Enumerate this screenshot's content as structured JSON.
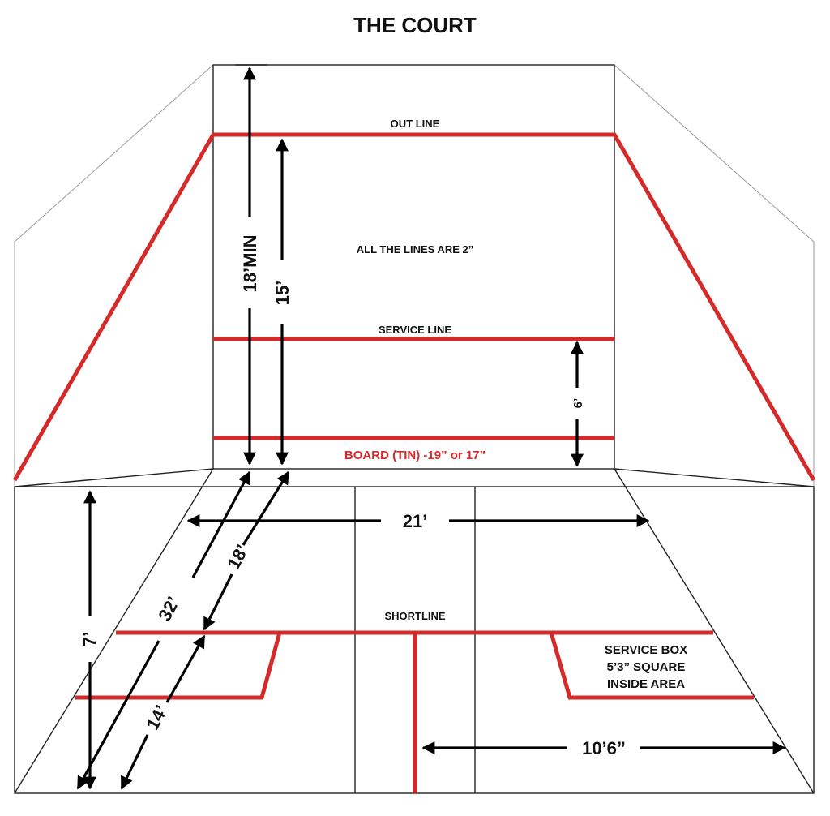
{
  "title": "THE COURT",
  "colors": {
    "court_line": "#d42a2a",
    "outline": "#222222",
    "dimension": "#000000"
  },
  "labels": {
    "out_line": "OUT LINE",
    "all_lines": "ALL THE LINES ARE 2”",
    "service_line": "SERVICE LINE",
    "board": "BOARD (TIN) -19” or 17”",
    "shortline": "SHORTLINE",
    "service_box_1": "SERVICE BOX",
    "service_box_2": "5’3” SQUARE",
    "service_box_3": "INSIDE AREA"
  },
  "dimensions": {
    "min_height": "18’MIN",
    "front_height": "15’",
    "service_height": "6’",
    "width": "21’",
    "to_shortline": "18’",
    "length": "32’",
    "back_to_shortline": "14’",
    "back_wall_height": "7’",
    "half_width": "10’6”"
  }
}
